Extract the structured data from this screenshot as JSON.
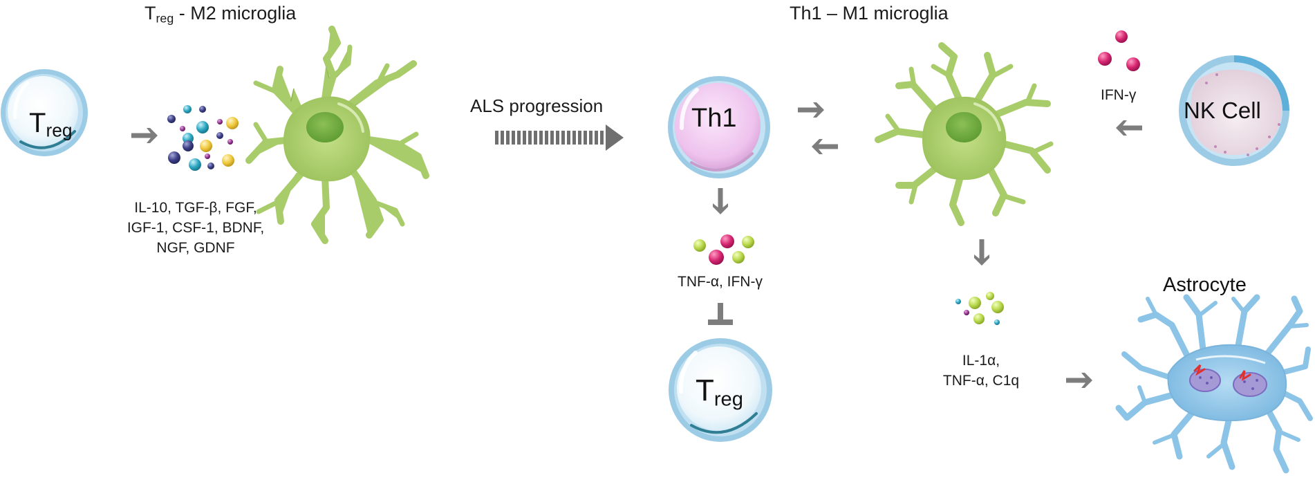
{
  "titles": {
    "left_main": "T",
    "left_sub": "reg",
    "left_rest": " - M2 microglia",
    "right": "Th1 – M1 microglia"
  },
  "cells": {
    "treg_main": "T",
    "treg_sub": "reg",
    "th1": "Th1",
    "nk": "NK Cell",
    "astrocyte": "Astrocyte"
  },
  "progression": {
    "label": "ALS progression"
  },
  "cytokines": {
    "m2_line1": "IL-10, TGF-β, FGF,",
    "m2_line2": "IGF-1, CSF-1, BDNF,",
    "m2_line3": "NGF, GDNF",
    "th1": "TNF-α, IFN-γ",
    "nk": "IFN-γ",
    "m1_line1": "IL-1α,",
    "m1_line2": "TNF-α, C1q"
  },
  "colors": {
    "arrow": "#7d7d7d",
    "cell_rim": "#9ccbe6",
    "cell_inner": "#f1f8fc",
    "th1_inner": "#efc7ee",
    "microglia": "#a8cc6a",
    "microglia_nucleus": "#6aa63c",
    "astrocyte": "#8cc4e8",
    "ifng_bead": "#d1246e",
    "tnfa_bead": "#b8d24a"
  }
}
